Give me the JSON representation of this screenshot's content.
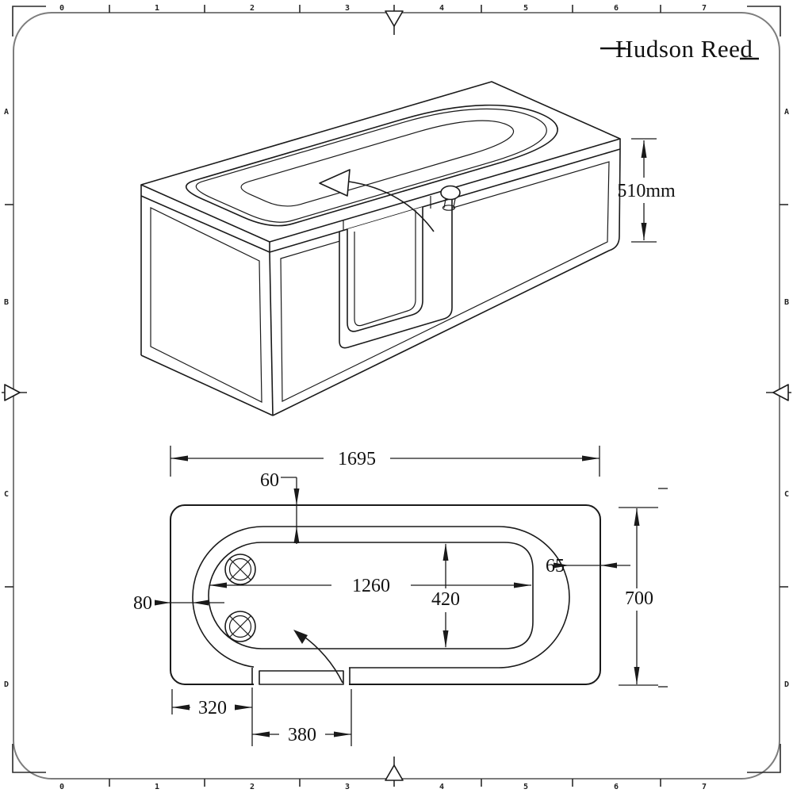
{
  "brand": {
    "name": "Hudson Reed"
  },
  "border": {
    "top_numbers": [
      "0",
      "1",
      "2",
      "3",
      "4",
      "5",
      "6",
      "7"
    ],
    "bottom_numbers": [
      "0",
      "1",
      "2",
      "3",
      "4",
      "5",
      "6",
      "7"
    ],
    "left_letters": [
      "A",
      "B",
      "C",
      "D"
    ],
    "right_letters": [
      "A",
      "B",
      "C",
      "D"
    ]
  },
  "isometric_view": {
    "description": "walk-in bathtub with front door cutout, door handle knob and door swing arrow",
    "height_label": "510mm"
  },
  "plan_view": {
    "description": "top-down plan of bathtub with two drain symbols and door swing arrow",
    "overall_length": "1695",
    "rim_top_offset": "60",
    "inner_length": "1260",
    "inner_width": "420",
    "rim_right_offset": "65",
    "overall_width": "700",
    "rim_left_offset": "80",
    "door_left_offset": "320",
    "door_width": "380"
  },
  "colors": {
    "line": "#1a1a1a",
    "border_line": "#7d7d7d",
    "background": "#ffffff",
    "text": "#111111"
  }
}
